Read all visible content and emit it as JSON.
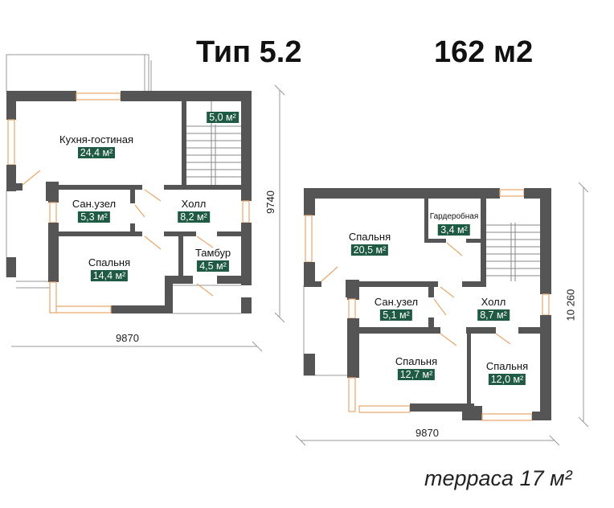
{
  "header": {
    "type_label": "Тип 5.2",
    "total_area": "162 м2"
  },
  "floor1": {
    "rooms": [
      {
        "name": "Кухня-гостиная",
        "area": "24,4 м²"
      },
      {
        "name": "",
        "area": "5,0 м²"
      },
      {
        "name": "Сан.узел",
        "area": "5,3 м²"
      },
      {
        "name": "Холл",
        "area": "8,2 м²"
      },
      {
        "name": "Спальня",
        "area": "14,4 м²"
      },
      {
        "name": "Тамбур",
        "area": "4,5 м²"
      }
    ],
    "width_dim": "9870",
    "height_dim": "9740"
  },
  "floor2": {
    "rooms": [
      {
        "name": "Спальня",
        "area": "20,5 м²"
      },
      {
        "name": "Гардеробная",
        "area": "3,4 м²"
      },
      {
        "name": "Сан.узел",
        "area": "5,1 м²"
      },
      {
        "name": "Холл",
        "area": "8,7 м²"
      },
      {
        "name": "Спальня",
        "area": "12,7 м²"
      },
      {
        "name": "Спальня",
        "area": "12,0 м²"
      }
    ],
    "width_dim": "9870",
    "height_dim": "10 260"
  },
  "footer": {
    "terrace": "терраса 17 м²"
  },
  "colors": {
    "wall": "#555555",
    "area_badge": "#1e5a44",
    "window": "#e8a76a"
  }
}
